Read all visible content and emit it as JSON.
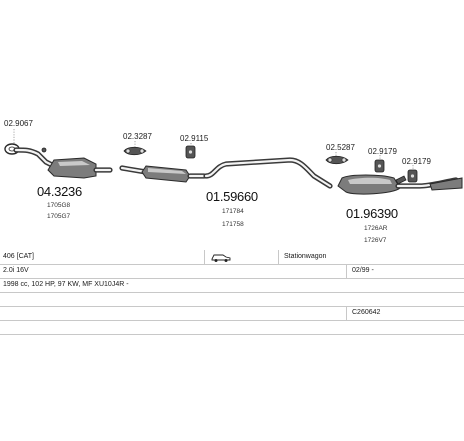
{
  "diagram": {
    "parts": [
      {
        "code": "04.3236",
        "refs": [
          "1705G8",
          "1705G7"
        ]
      },
      {
        "code": "01.59660",
        "refs": [
          "171784",
          "171758"
        ]
      },
      {
        "code": "01.96390",
        "refs": [
          "1726AR",
          "1726V7"
        ]
      }
    ],
    "fittings": [
      "02.9067",
      "02.3287",
      "02.9115",
      "02.5287",
      "02.9179",
      "02.9179"
    ]
  },
  "table": {
    "model": "406 [CAT]",
    "body_type": "Stationwagon",
    "engine": "2.0i 16V",
    "date_range": "02/99 -",
    "spec": "1998 cc, 102 HP, 97 KW, MF XU10J4R -",
    "catalog_code": "C260642",
    "vehicle_icon": "car-icon"
  }
}
